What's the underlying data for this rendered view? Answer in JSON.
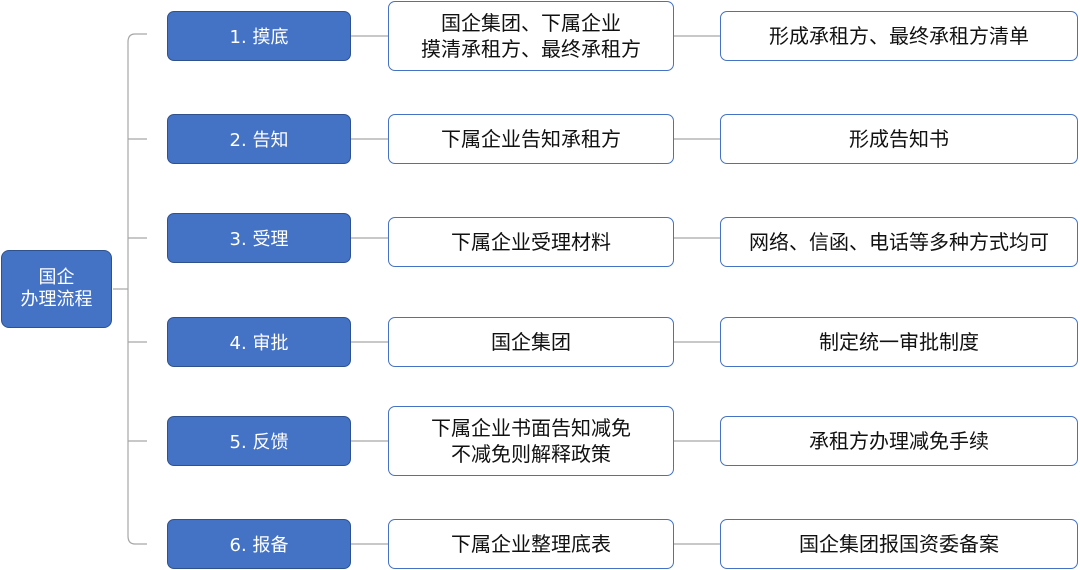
{
  "root": {
    "lines": [
      "国企",
      "办理流程"
    ]
  },
  "steps": [
    {
      "label": "1. 摸底",
      "action": [
        "国企集团、下属企业",
        "摸清承租方、最终承租方"
      ],
      "result": [
        "形成承租方、最终承租方清单"
      ]
    },
    {
      "label": "2. 告知",
      "action": [
        "下属企业告知承租方"
      ],
      "result": [
        "形成告知书"
      ]
    },
    {
      "label": "3. 受理",
      "action": [
        "下属企业受理材料"
      ],
      "result": [
        "网络、信函、电话等多种方式均可"
      ]
    },
    {
      "label": "4. 审批",
      "action": [
        "国企集团"
      ],
      "result": [
        "制定统一审批制度"
      ]
    },
    {
      "label": "5. 反馈",
      "action": [
        "下属企业书面告知减免",
        "不减免则解释政策"
      ],
      "result": [
        "承租方办理减免手续"
      ]
    },
    {
      "label": "6. 报备",
      "action": [
        "下属企业整理底表"
      ],
      "result": [
        "国企集团报国资委备案"
      ]
    }
  ],
  "colors": {
    "step_fill": "#4472c4",
    "border": "#4472c4",
    "connector": "#a6a6a6"
  }
}
